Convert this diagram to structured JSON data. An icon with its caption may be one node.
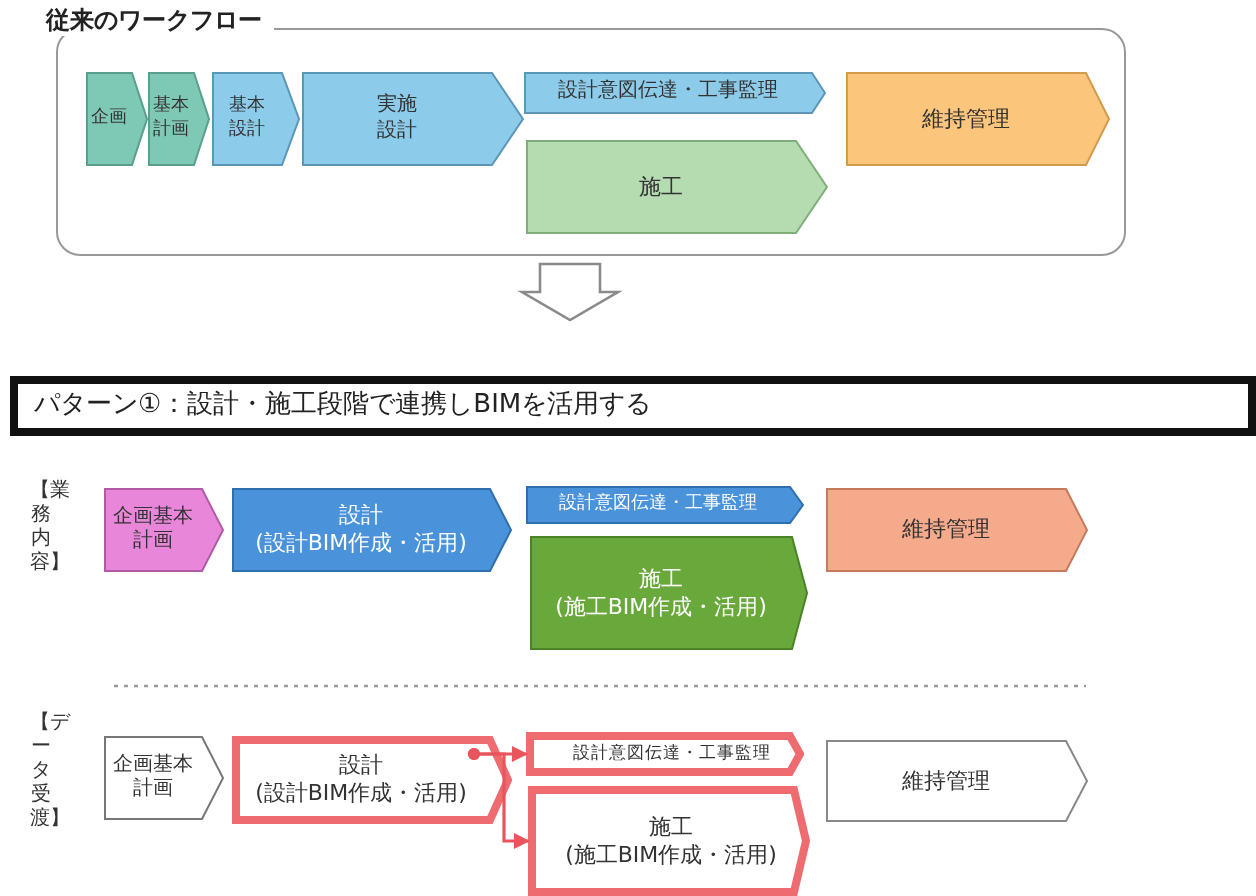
{
  "diagram": {
    "nodes": [
      {
        "text": [
          "従来のワークフロー"
        ]
      },
      {
        "text": [
          "企画"
        ],
        "in": 0
      },
      {
        "text": [
          "基本計画"
        ],
        "in": 0
      },
      {
        "text": [
          "基本設計"
        ],
        "in": 0
      },
      {
        "text": [
          "実施設計"
        ],
        "in": 0
      },
      {
        "text": [
          "設計意図伝達・工事監理"
        ],
        "in": 0
      },
      {
        "text": [
          "維持管理"
        ],
        "in": 0
      },
      {
        "text": [
          "施工"
        ],
        "in": 0
      },
      {
        "text": [
          "パターン①：設計・施工段階で連携しBIMを活用する"
        ]
      },
      {
        "text": [
          "企画基本計画"
        ]
      },
      {
        "text": [
          "設計",
          "(設計BIM作成・活用)"
        ]
      },
      {
        "text": [
          "設計意図伝達・工事監理"
        ]
      },
      {
        "text": [
          "施工",
          "(施工BIM作成・活用)"
        ]
      },
      {
        "text": [
          "維持管理"
        ]
      },
      {
        "text": [
          "企画基本計画"
        ]
      },
      {
        "text": [
          "設計",
          "(設計BIM作成・活用)"
        ]
      },
      {
        "text": [
          "設計意図伝達・工事監理"
        ]
      },
      {
        "text": [
          "施工",
          "(施工BIM作成・活用)"
        ]
      },
      {
        "text": [
          "維持管理"
        ]
      }
    ],
    "edges": [
      {
        "from": 0,
        "to": 8,
        "arrow": "to"
      },
      {
        "from": 15,
        "to": 16,
        "arrow": "to",
        "color": "#e8555c"
      },
      {
        "from": 15,
        "to": 17,
        "arrow": "to",
        "color": "#e8555c"
      }
    ],
    "labels": [
      "【業務内容】",
      "【データ受渡】"
    ]
  }
}
